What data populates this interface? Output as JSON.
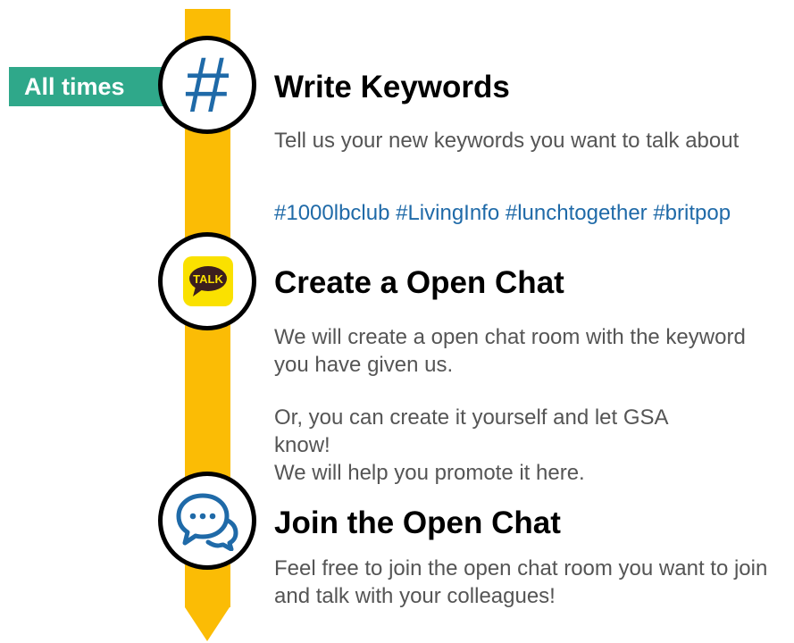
{
  "timeline_color": "#fbbc05",
  "badge": {
    "label": "All times",
    "color": "#2fa88a"
  },
  "steps": [
    {
      "icon": "hash-icon",
      "icon_glyph": "#",
      "title": "Write Keywords",
      "description": "Tell us your new keywords you want to talk about",
      "tags": "#1000lbclub #LivingInfo #lunchtogether #britpop"
    },
    {
      "icon": "kakaotalk-icon",
      "icon_text": "TALK",
      "title": "Create a Open Chat",
      "description": "We will create a open chat room with the keyword you have given us.",
      "description_extra": [
        "Or, you can create it yourself and let GSA know!",
        "We will help you promote it here."
      ]
    },
    {
      "icon": "chat-bubbles-icon",
      "title": "Join the Open Chat",
      "description": "Feel free to join the open chat room you want to join and talk with your colleagues!"
    }
  ]
}
